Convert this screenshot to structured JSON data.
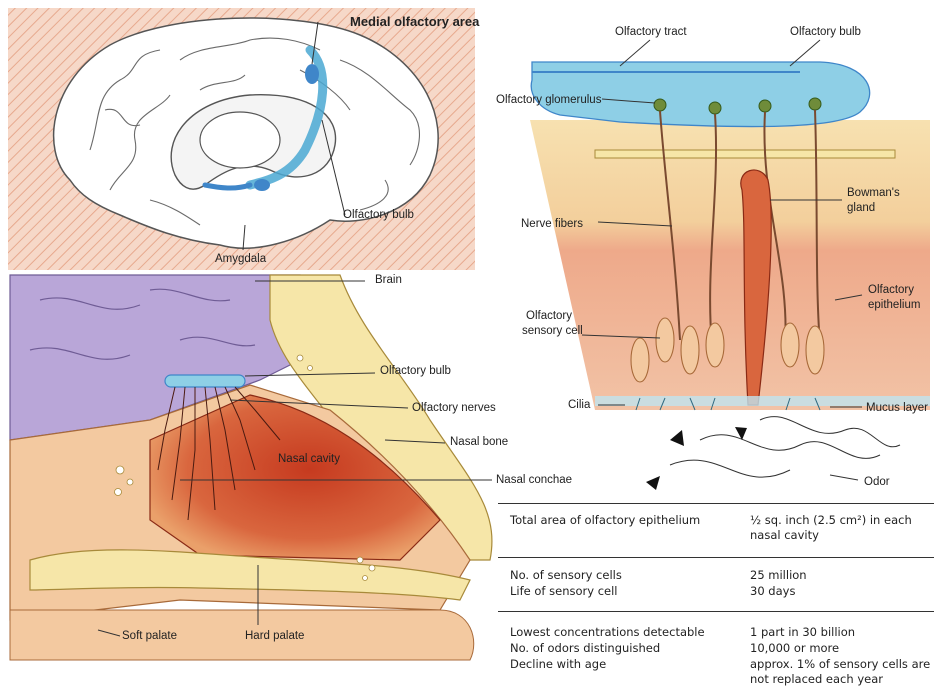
{
  "brain": {
    "title": "Medial olfactory area",
    "bulb": "Olfactory bulb",
    "amygdala": "Amygdala"
  },
  "nose": {
    "brain": "Brain",
    "bulb": "Olfactory bulb",
    "nerves": "Olfactory nerves",
    "nasal_bone": "Nasal bone",
    "nasal_cavity": "Nasal cavity",
    "conchae": "Nasal conchae",
    "soft_palate": "Soft palate",
    "hard_palate": "Hard palate"
  },
  "epithelium": {
    "tract": "Olfactory tract",
    "bulb": "Olfactory bulb",
    "glomerulus": "Olfactory glomerulus",
    "bowman_1": "Bowman's",
    "bowman_2": "gland",
    "nerve_fibers": "Nerve fibers",
    "epith_1": "Olfactory",
    "epith_2": "epithelium",
    "sensory_1": "Olfactory",
    "sensory_2": "sensory cell",
    "cilia": "Cilia",
    "mucus": "Mucus layer",
    "odor": "Odor"
  },
  "facts": [
    {
      "rows": [
        {
          "label": "Total area of olfactory epithelium",
          "value": "½ sq. inch (2.5 cm²) in each nasal cavity"
        }
      ]
    },
    {
      "rows": [
        {
          "label": "No. of sensory cells",
          "value": "25 million"
        },
        {
          "label": "Life of sensory cell",
          "value": "30 days"
        }
      ]
    },
    {
      "rows": [
        {
          "label": "Lowest concentrations detectable",
          "value": "1 part in 30 billion"
        },
        {
          "label": "No. of odors distinguished",
          "value": "10,000 or more"
        },
        {
          "label": "Decline with age",
          "value": "approx. 1% of sensory cells are not replaced each year"
        }
      ]
    }
  ],
  "colors": {
    "olfactory_blue": "#8ecfe6",
    "tissue_red": "#c8472a",
    "tissue_peach": "#f3c9a0",
    "brain_purple": "#b9a6d8",
    "bone_yellow": "#f6e6a8"
  }
}
